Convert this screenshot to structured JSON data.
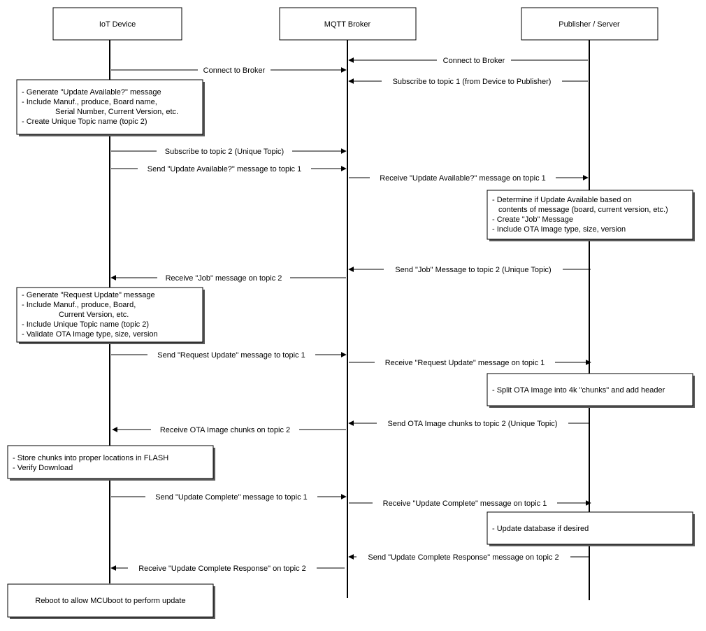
{
  "actors": {
    "device": "IoT Device",
    "broker": "MQTT Broker",
    "server": "Publisher / Server"
  },
  "messages": {
    "m1": "Connect to Broker",
    "m2": "Connect to Broker",
    "m3": "Subscribe to topic 1 (from Device to Publisher)",
    "m4": "Subscribe to topic 2 (Unique Topic)",
    "m5": "Send \"Update Available?\" message to topic 1",
    "m6": "Receive \"Update Available?\" message on topic 1",
    "m7": "Send  \"Job\" Message to topic 2 (Unique Topic)",
    "m8": "Receive \"Job\" message on topic 2",
    "m9": "Send \"Request Update\" message to topic 1",
    "m10": "Receive \"Request Update\" message on topic 1",
    "m11": "Send OTA Image chunks to topic 2 (Unique Topic)",
    "m12": "Receive OTA Image chunks on topic 2",
    "m13": "Send \"Update Complete\" message to topic 1",
    "m14": "Receive \"Update Complete\" message on topic 1",
    "m15": "Send \"Update Complete Response\" message on topic 2",
    "m16": "Receive \"Update Complete Response\" on topic 2"
  },
  "notes": {
    "n1": [
      "- Generate \"Update Available?\" message",
      "- Include Manuf., produce, Board name,",
      "Serial Number, Current Version, etc.",
      "- Create Unique Topic name (topic 2)"
    ],
    "n2": [
      "- Determine if Update Available based on",
      "contents of message (board, current version, etc.)",
      "- Create \"Job\" Message",
      "- Include OTA Image type, size, version"
    ],
    "n3": [
      "- Generate \"Request Update\" message",
      "- Include Manuf., produce, Board,",
      "Current Version, etc.",
      "- Include Unique Topic name (topic 2)",
      "- Validate OTA Image type, size, version"
    ],
    "n4": [
      "- Split OTA Image into 4k \"chunks\" and add header"
    ],
    "n5": [
      "- Store chunks into proper locations in FLASH",
      "- Verify Download"
    ],
    "n6": [
      "- Update database if desired"
    ],
    "n7": [
      "Reboot to allow MCUboot to  perform update"
    ]
  }
}
